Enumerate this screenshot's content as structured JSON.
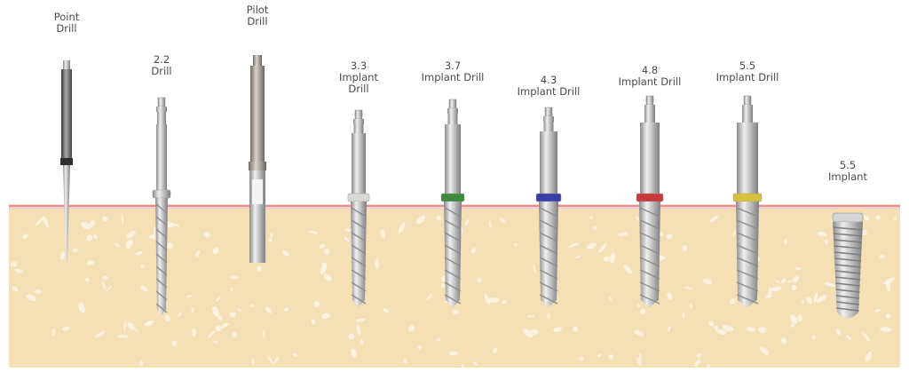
{
  "instruments": [
    {
      "id": "point-drill",
      "label_lines": [
        "Point",
        "Drill"
      ],
      "band_color": null,
      "kind": "point"
    },
    {
      "id": "drill-2-2",
      "label_lines": [
        "2.2",
        "Drill"
      ],
      "band_color": null,
      "kind": "drill"
    },
    {
      "id": "pilot-drill",
      "label_lines": [
        "Pilot",
        "Drill"
      ],
      "band_color": null,
      "kind": "pilot"
    },
    {
      "id": "implant-drill-3-3",
      "label_lines": [
        "3.3",
        "Implant",
        "Drill"
      ],
      "band_color": "#d8d8d4",
      "kind": "drill"
    },
    {
      "id": "implant-drill-3-7",
      "label_lines": [
        "3.7",
        "Implant Drill"
      ],
      "band_color": "#3f8a3a",
      "kind": "drill"
    },
    {
      "id": "implant-drill-4-3",
      "label_lines": [
        "4.3",
        "Implant Drill"
      ],
      "band_color": "#3a3ea8",
      "kind": "drill"
    },
    {
      "id": "implant-drill-4-8",
      "label_lines": [
        "4.8",
        "Implant Drill"
      ],
      "band_color": "#c83a3a",
      "kind": "drill"
    },
    {
      "id": "implant-drill-5-5",
      "label_lines": [
        "5.5",
        "Implant Drill"
      ],
      "band_color": "#d6c23a",
      "kind": "drill"
    },
    {
      "id": "implant-5-5",
      "label_lines": [
        "5.5",
        "Implant"
      ],
      "band_color": null,
      "kind": "implant"
    }
  ],
  "colors": {
    "gum_line": "#e98e8e",
    "gum_fill": "#f6d2cc",
    "bone": "#f5dfb4",
    "bone_spot": "#fbf3e3",
    "metal_light": "#e4e4e4",
    "metal_mid": "#b3b3b3",
    "metal_dark": "#7a7a7a"
  }
}
